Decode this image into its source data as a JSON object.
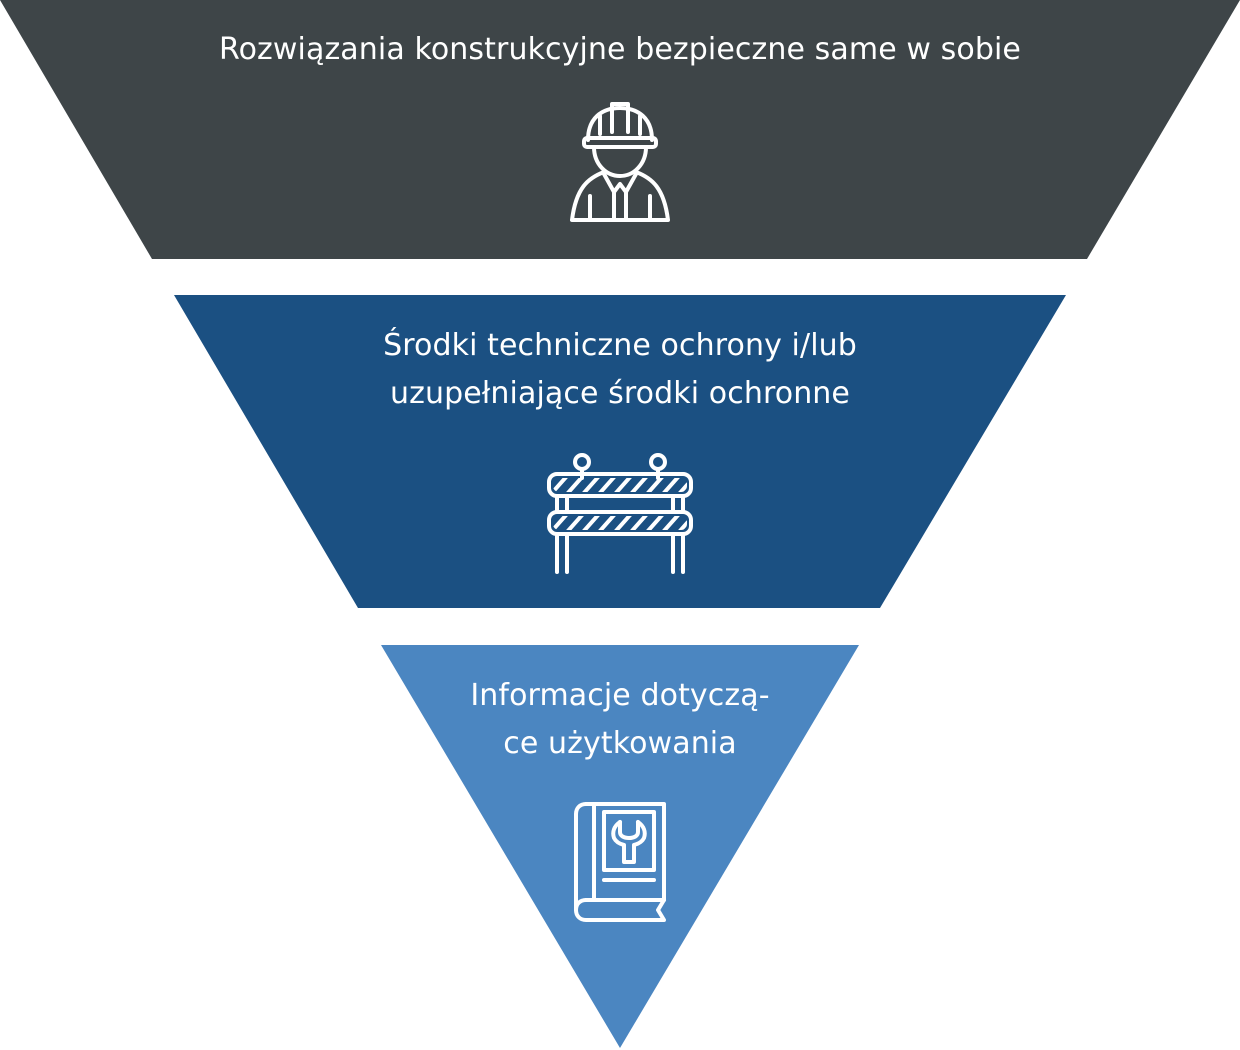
{
  "levels": [
    {
      "label_lines": [
        "Rozwiązania konstrukcyjne bezpieczne same w sobie"
      ],
      "color": "#3E4548",
      "icon": "construction-worker-icon"
    },
    {
      "label_lines": [
        "Środki techniczne ochrony i/lub",
        "uzupełniające środki ochronne"
      ],
      "color": "#1B5082",
      "icon": "road-barrier-icon"
    },
    {
      "label_lines": [
        "Informacje dotyczą-",
        "ce użytkowania"
      ],
      "color": "#4B86C1",
      "icon": "manual-book-wrench-icon"
    }
  ],
  "colors": {
    "text": "#FFFFFF",
    "icon_stroke": "#FFFFFF",
    "background": "#FFFFFF"
  }
}
